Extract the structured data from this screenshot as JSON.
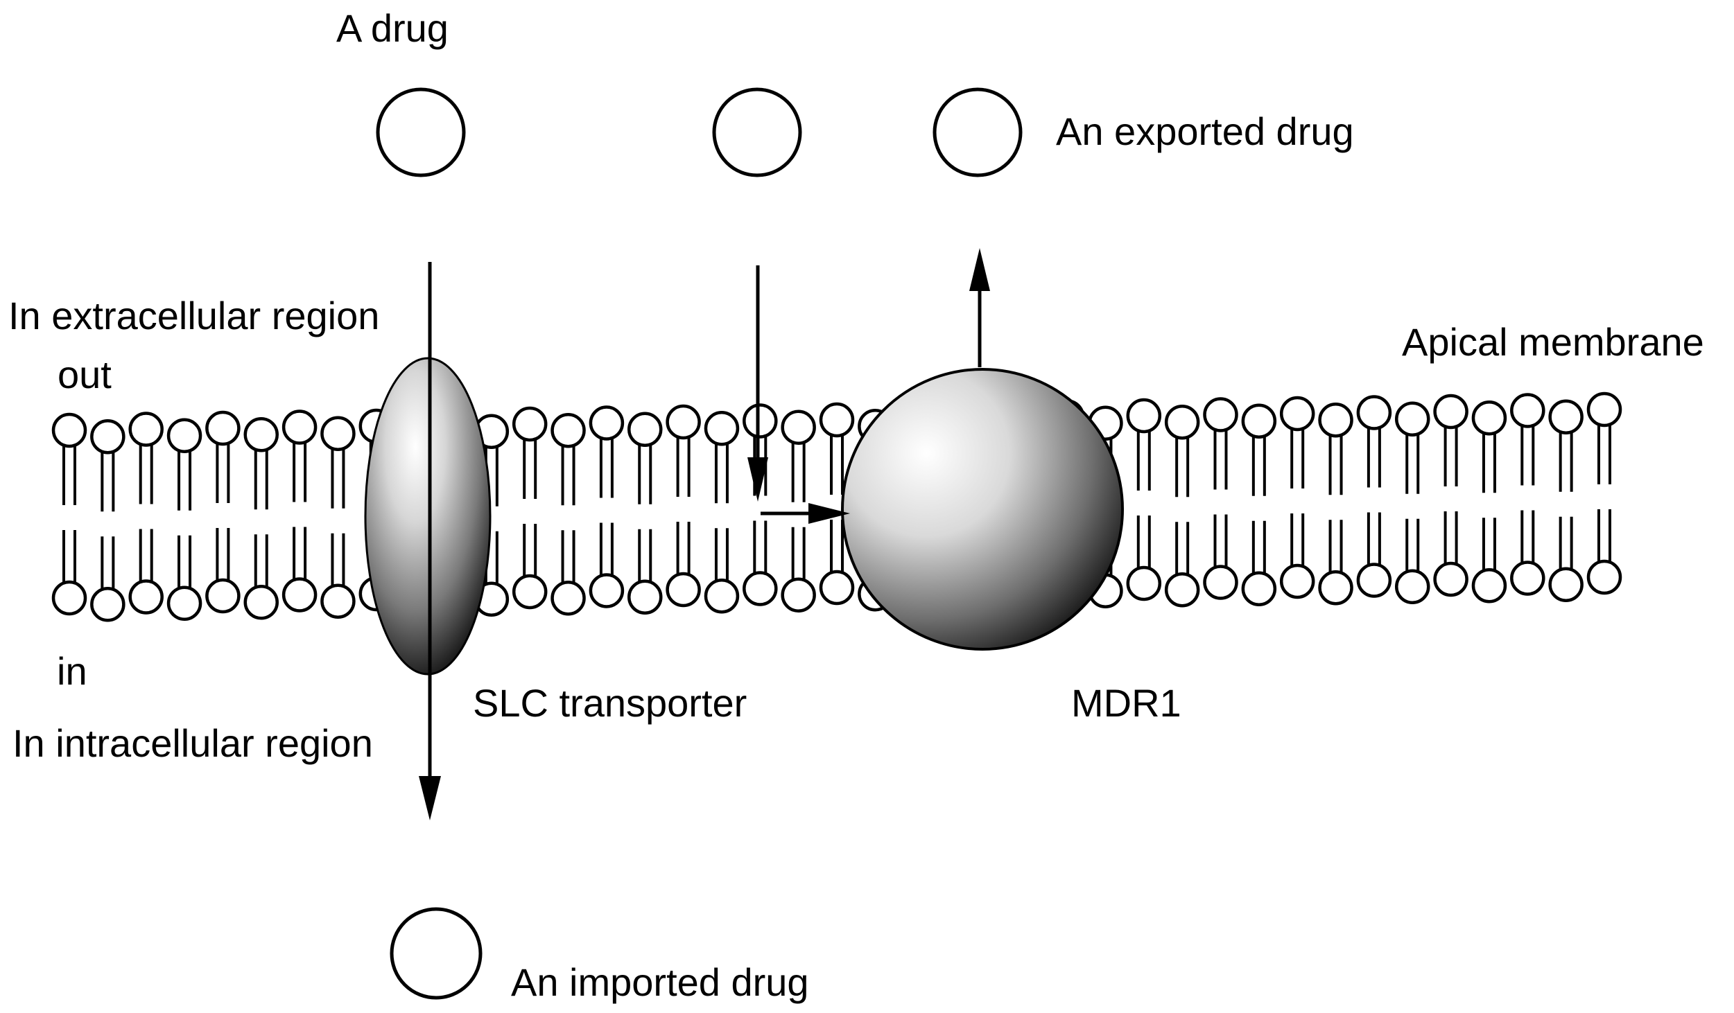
{
  "labels": {
    "a_drug": "A drug",
    "exported_drug": "An exported drug",
    "extracellular": "In extracellular region",
    "out": "out",
    "apical_membrane": "Apical membrane",
    "in": "in",
    "slc_transporter": "SLC transporter",
    "mdr1": "MDR1",
    "intracellular": "In intracellular region",
    "imported_drug": "An imported drug"
  },
  "colors": {
    "line": "#000000",
    "background": "#ffffff",
    "protein_highlight": "#ffffff",
    "protein_shadow": "#000000"
  }
}
